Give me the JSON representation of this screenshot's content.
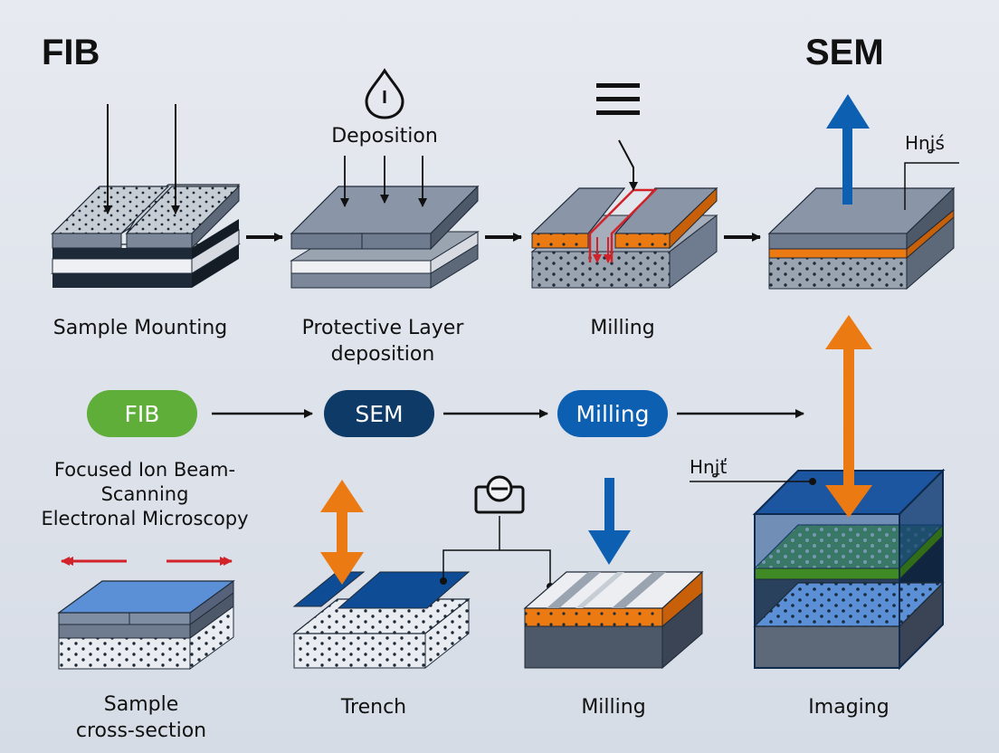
{
  "titles": {
    "left": "FIB",
    "right": "SEM"
  },
  "top_steps": {
    "deposition": "Deposition",
    "sample_mounting": "Sample Mounting",
    "protective_line1": "Protective Layer",
    "protective_line2": "deposition",
    "milling": "Milling",
    "callout": "Hnʝś"
  },
  "flow": {
    "fib": "FIB",
    "sem": "SEM",
    "milling": "Milling"
  },
  "description": {
    "line1": "Focused Ion Beam-",
    "line2": "Scanning",
    "line3": "Electronal Microscopy"
  },
  "bottom_steps": {
    "callout": "Hnʝť",
    "sample_line1": "Sample",
    "sample_line2": "cross-section",
    "trench": "Trench",
    "milling": "Milling",
    "imaging": "Imaging"
  },
  "colors": {
    "green": "#5fae3a",
    "navy": "#0e3a67",
    "blue": "#0d5fb1",
    "orange": "#ec7a12",
    "slate": "#7c889a",
    "red": "#d2232a"
  }
}
